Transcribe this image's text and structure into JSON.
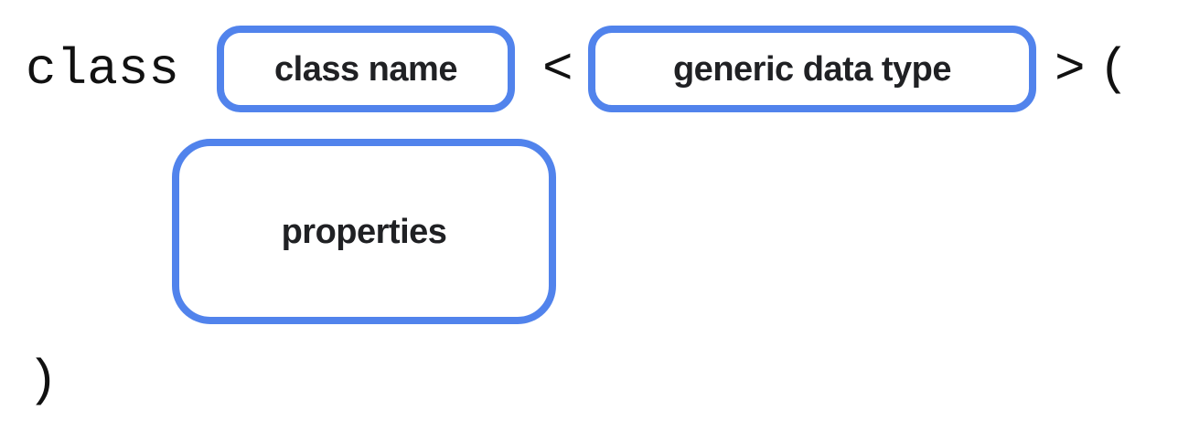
{
  "diagram": {
    "description": "class declaration syntax diagram",
    "tokens": {
      "keyword": "class",
      "open_angle": "<",
      "close_angle": ">",
      "open_paren": "(",
      "close_paren": ")"
    },
    "boxes": {
      "class_name": {
        "label": "class name"
      },
      "generic_data_type": {
        "label": "generic data type"
      },
      "properties": {
        "label": "properties"
      }
    },
    "colors": {
      "box_border": "#5183EC",
      "code_text": "#111111",
      "label_text": "#202124",
      "background": "#ffffff"
    }
  }
}
